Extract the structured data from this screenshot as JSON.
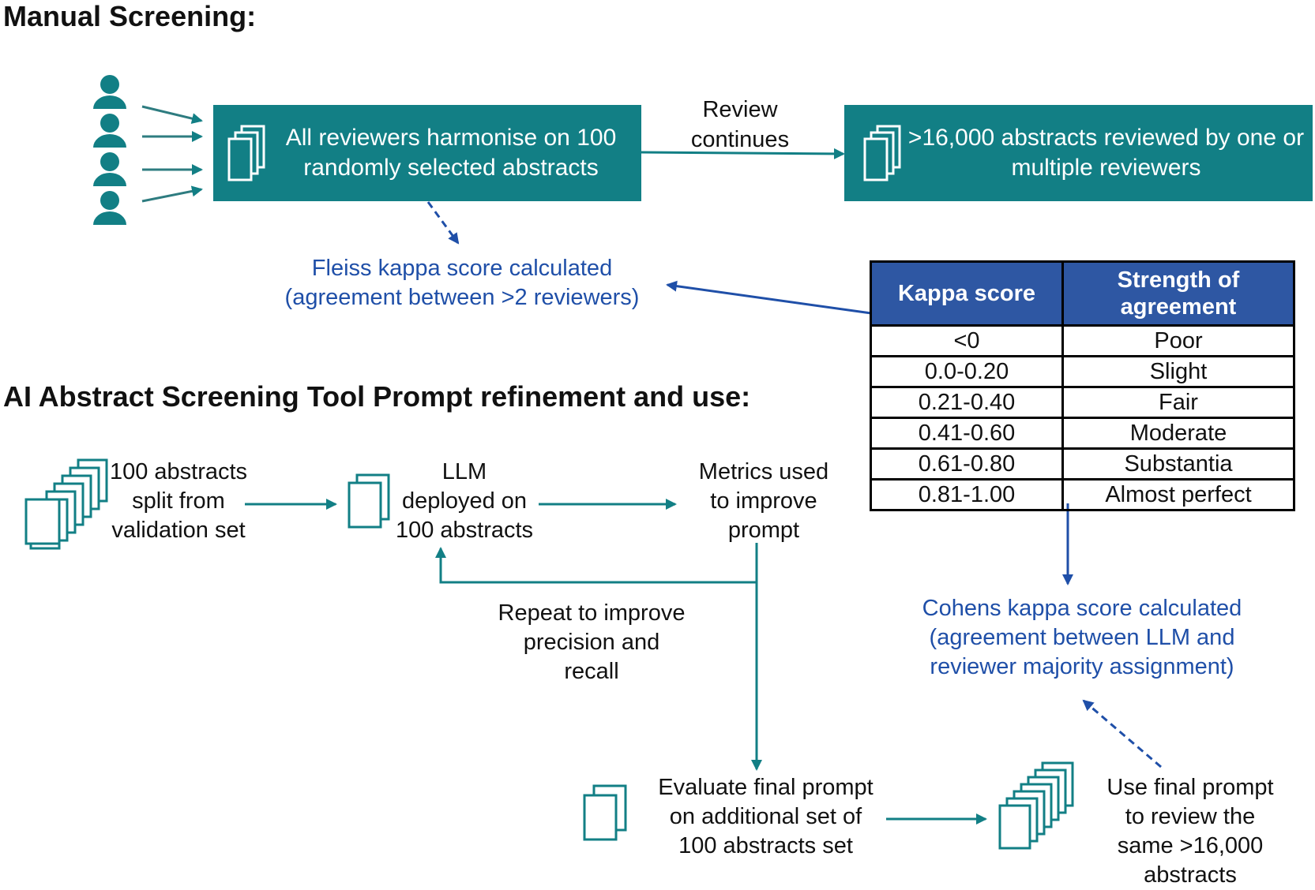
{
  "manual": {
    "heading": "Manual Screening:",
    "box1": "All reviewers harmonise on 100 randomly selected abstracts",
    "review_continues": "Review continues",
    "box2": ">16,000 abstracts reviewed by one or multiple reviewers",
    "fleiss_line1": "Fleiss kappa score calculated",
    "fleiss_line2": "(agreement between >2 reviewers)"
  },
  "kappa_table": {
    "headers": [
      "Kappa score",
      "Strength of agreement"
    ],
    "rows": [
      [
        "<0",
        "Poor"
      ],
      [
        "0.0-0.20",
        "Slight"
      ],
      [
        "0.21-0.40",
        "Fair"
      ],
      [
        "0.41-0.60",
        "Moderate"
      ],
      [
        "0.61-0.80",
        "Substantia"
      ],
      [
        "0.81-1.00",
        "Almost perfect"
      ]
    ]
  },
  "ai": {
    "heading": "AI Abstract Screening Tool Prompt refinement and use:",
    "step1": [
      "100 abstracts",
      "split from",
      "validation set"
    ],
    "step2": [
      "LLM",
      "deployed on",
      "100 abstracts"
    ],
    "step3": [
      "Metrics used",
      "to improve",
      "prompt"
    ],
    "repeat": [
      "Repeat to improve",
      "precision and",
      "recall"
    ],
    "evaluate": [
      "Evaluate final prompt",
      "on additional set of",
      "100 abstracts set"
    ],
    "use_final": [
      "Use final prompt",
      "to review the",
      "same >16,000",
      "abstracts"
    ],
    "cohens": [
      "Cohens kappa score calculated",
      "(agreement between LLM and",
      "reviewer majority assignment)"
    ]
  },
  "colors": {
    "teal": "#127f85",
    "blue": "#1f4fa8",
    "header_blue": "#2e57a3"
  },
  "icons": [
    "person-icon",
    "document-stack-icon"
  ]
}
